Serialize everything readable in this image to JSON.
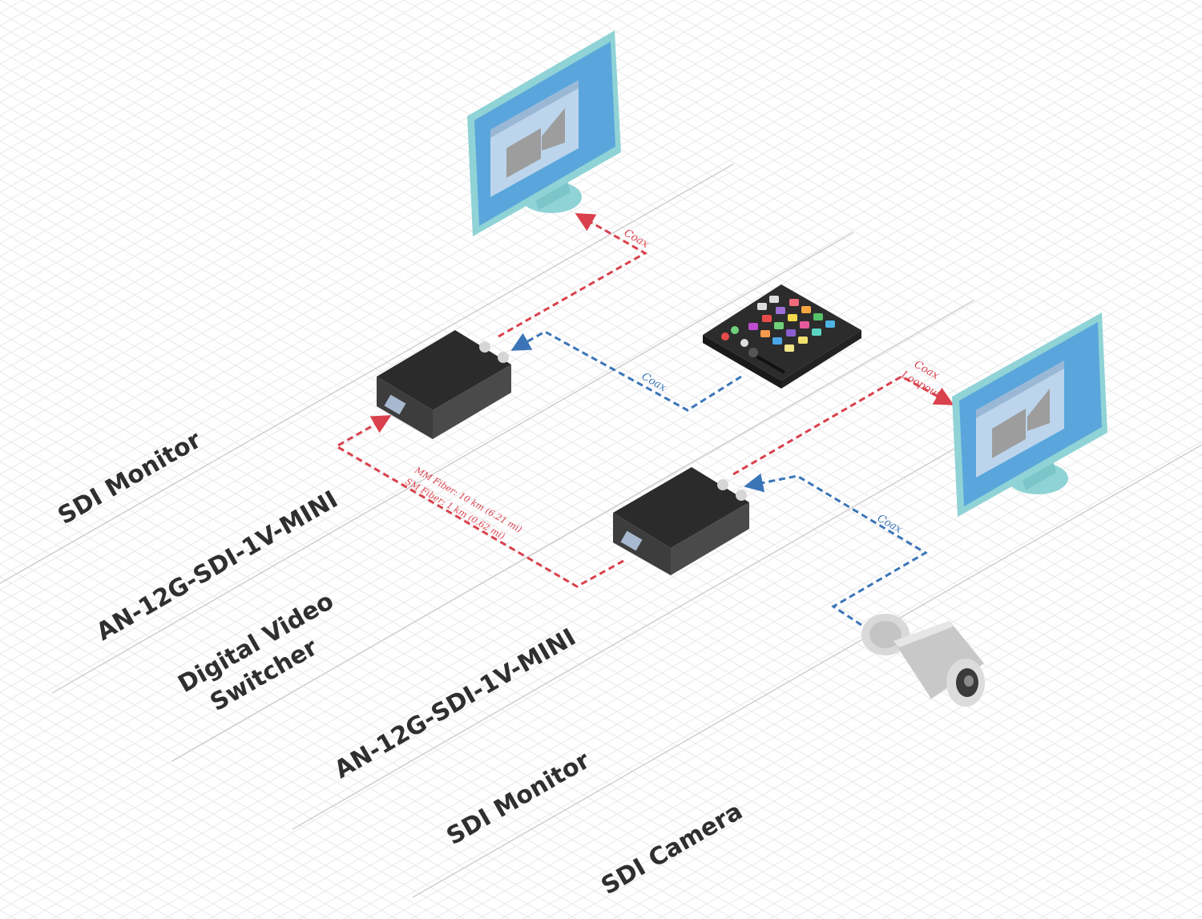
{
  "labels": {
    "l1": "SDI Monitor",
    "l2": "AN-12G-SDI-1V-MINI",
    "l3a": "Digital Video",
    "l3b": "Switcher",
    "l4": "AN-12G-SDI-1V-MINI",
    "l5": "SDI Monitor",
    "l6": "SDI Camera"
  },
  "connections": {
    "coax_monitor_top": "Coax",
    "coax_switcher": "Coax",
    "coax_loopout_1": "Coax",
    "coax_loopout_2": "Loopout",
    "coax_camera": "Coax",
    "fiber_1": "MM Fiber: 10 km (6.21 mi)",
    "fiber_2": "SM Fiber: 1 km (0.62 mi)"
  },
  "colors": {
    "red_link": "#d9414c",
    "blue_link": "#3b75b8",
    "monitor_frame": "#8fd3d6",
    "monitor_screen": "#5aa6dc",
    "device_body": "#3a3a3a"
  },
  "icons": [
    "monitor-icon",
    "converter-icon",
    "switcher-icon",
    "camera-icon"
  ]
}
